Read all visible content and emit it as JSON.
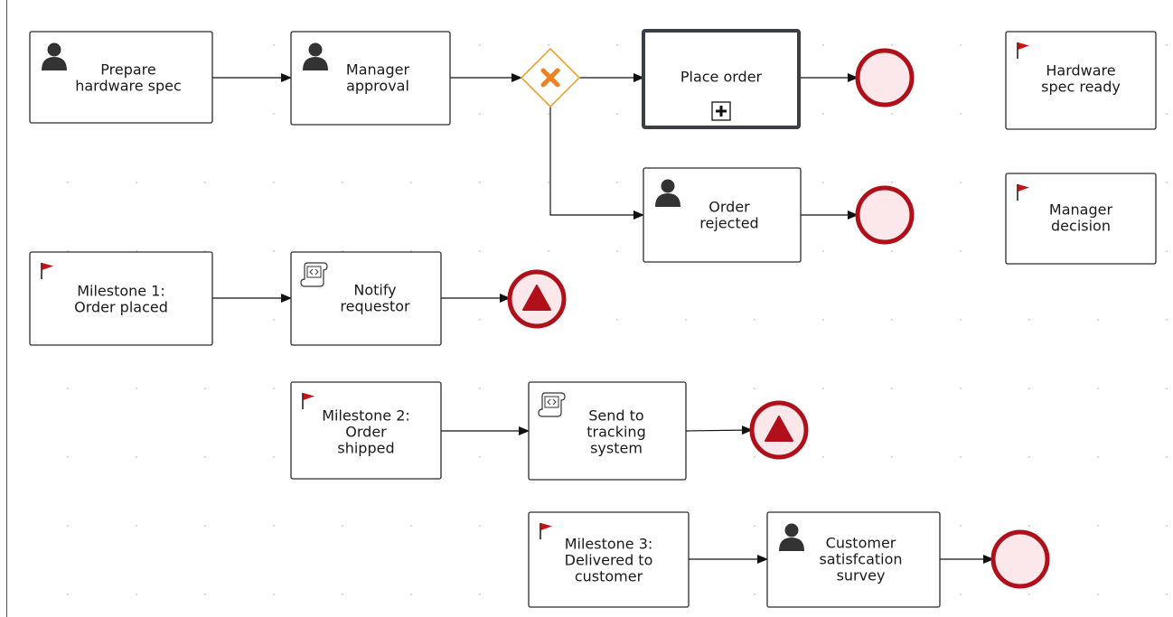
{
  "diagram": {
    "tasks": [
      {
        "id": "prepare",
        "kind": "user",
        "lines": [
          "Prepare",
          "hardware spec"
        ]
      },
      {
        "id": "approval",
        "kind": "user",
        "lines": [
          "Manager",
          "approval"
        ]
      },
      {
        "id": "place",
        "kind": "subprocess",
        "lines": [
          "Place order"
        ]
      },
      {
        "id": "rejected",
        "kind": "user",
        "lines": [
          "Order",
          "rejected"
        ]
      },
      {
        "id": "hw-ready",
        "kind": "milestone",
        "lines": [
          "Hardware",
          "spec ready"
        ]
      },
      {
        "id": "mgr-decision",
        "kind": "milestone",
        "lines": [
          "Manager",
          "decision"
        ]
      },
      {
        "id": "m1",
        "kind": "milestone",
        "lines": [
          "Milestone 1:",
          "Order placed"
        ]
      },
      {
        "id": "notify",
        "kind": "script",
        "lines": [
          "Notify",
          "requestor"
        ]
      },
      {
        "id": "m2",
        "kind": "milestone",
        "lines": [
          "Milestone 2:",
          "Order",
          "shipped"
        ]
      },
      {
        "id": "tracking",
        "kind": "script",
        "lines": [
          "Send to",
          "tracking",
          "system"
        ]
      },
      {
        "id": "m3",
        "kind": "milestone",
        "lines": [
          "Milestone 3:",
          "Delivered to",
          "customer"
        ]
      },
      {
        "id": "survey",
        "kind": "user",
        "lines": [
          "Customer",
          "satisfcation",
          "survey"
        ]
      }
    ],
    "gateway": {
      "id": "gw",
      "kind": "exclusive"
    },
    "end_events": [
      {
        "id": "end-place",
        "kind": "none"
      },
      {
        "id": "end-rejected",
        "kind": "none"
      },
      {
        "id": "end-notify",
        "kind": "escalation"
      },
      {
        "id": "end-tracking",
        "kind": "escalation"
      },
      {
        "id": "end-survey",
        "kind": "none"
      }
    ],
    "flows": [
      {
        "from": "prepare",
        "to": "approval"
      },
      {
        "from": "approval",
        "to": "gw"
      },
      {
        "from": "gw",
        "to": "place"
      },
      {
        "from": "gw",
        "to": "rejected"
      },
      {
        "from": "place",
        "to": "end-place"
      },
      {
        "from": "rejected",
        "to": "end-rejected"
      },
      {
        "from": "m1",
        "to": "notify"
      },
      {
        "from": "notify",
        "to": "end-notify"
      },
      {
        "from": "m2",
        "to": "tracking"
      },
      {
        "from": "tracking",
        "to": "end-tracking"
      },
      {
        "from": "m3",
        "to": "survey"
      },
      {
        "from": "survey",
        "to": "end-survey"
      }
    ],
    "colors": {
      "task_stroke": "#2b2b2b",
      "gateway_stroke": "#f0a030",
      "gateway_mark": "#f08020",
      "end_stroke": "#b0101a",
      "end_fill": "#fce8ea",
      "flag": "#cc1111",
      "icon": "#333333",
      "grid_dot": "#bbbbbb"
    }
  }
}
